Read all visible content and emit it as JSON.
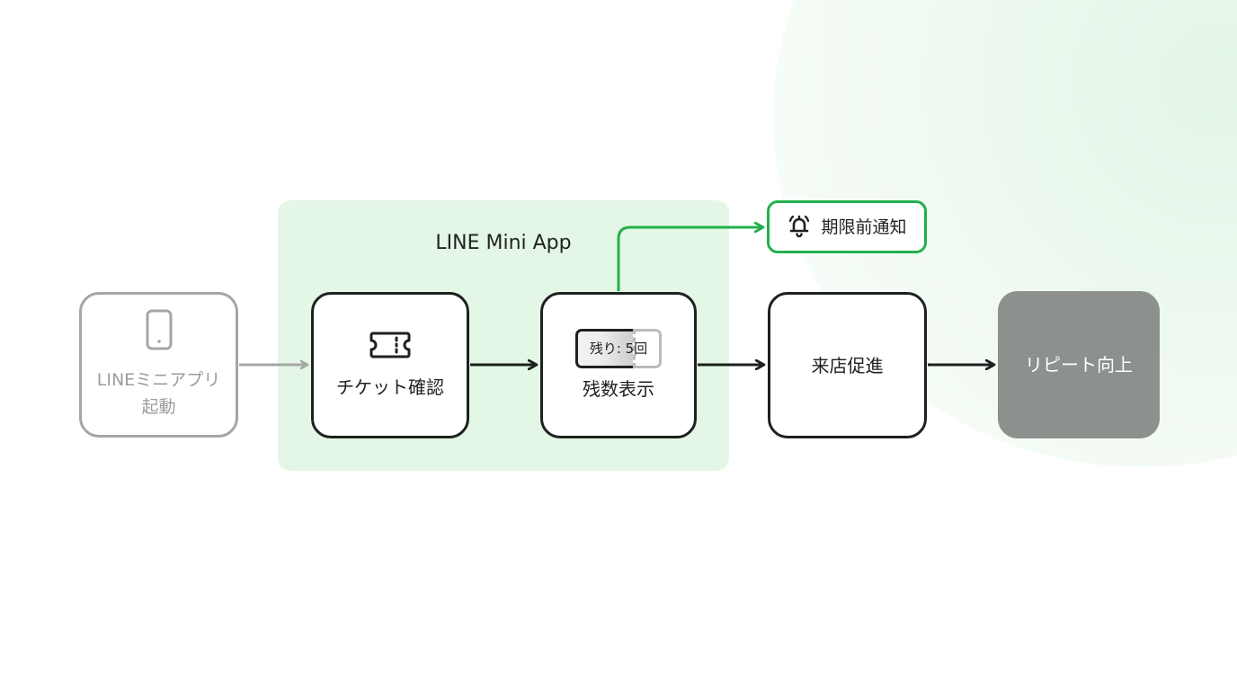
{
  "diagram": {
    "group": {
      "title": "LINE Mini App"
    },
    "nodes": {
      "launch": {
        "label": "LINEミニアプリ\n起動",
        "icon": "smartphone-icon"
      },
      "ticket": {
        "label": "チケット確認",
        "icon": "ticket-icon"
      },
      "remain": {
        "label": "残数表示",
        "badge": "残り: 5回"
      },
      "visit": {
        "label": "来店促進"
      },
      "repeat": {
        "label": "リピート向上"
      }
    },
    "notification": {
      "label": "期限前通知",
      "icon": "bell-icon"
    }
  },
  "colors": {
    "accent_green": "#22b04b",
    "group_panel": "#e4f6e6",
    "node_border": "#1d211f",
    "muted_gray": "#a4a7a5",
    "final_node_fill": "#8c918e"
  }
}
